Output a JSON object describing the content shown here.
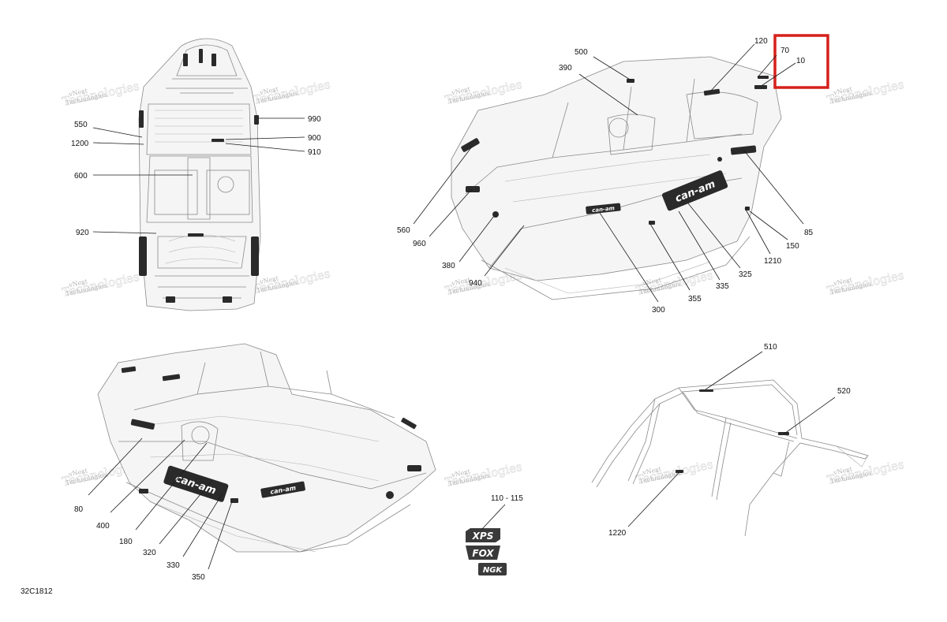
{
  "figure_code": "32C1812",
  "watermark": {
    "line1": "vNext",
    "line2": "Technologies"
  },
  "highlight_color": "#d6201c",
  "callouts": {
    "c120": "120",
    "c70": "70",
    "c10": "10",
    "c500": "500",
    "c390": "390",
    "c550": "550",
    "c1200": "1200",
    "c600": "600",
    "c920": "920",
    "c990": "990",
    "c900": "900",
    "c910": "910",
    "c560": "560",
    "c960": "960",
    "c380": "380",
    "c940": "940",
    "c300": "300",
    "c355": "355",
    "c335": "335",
    "c325": "325",
    "c1210": "1210",
    "c150": "150",
    "c85": "85",
    "c80": "80",
    "c400": "400",
    "c180": "180",
    "c320": "320",
    "c330": "330",
    "c350": "350",
    "c110": "110 - 115",
    "c510": "510",
    "c520": "520",
    "c1220": "1220"
  },
  "decal_logos": {
    "xps": "XPS",
    "fox": "FOX",
    "ngk": "NGK",
    "canam": "can-am"
  }
}
